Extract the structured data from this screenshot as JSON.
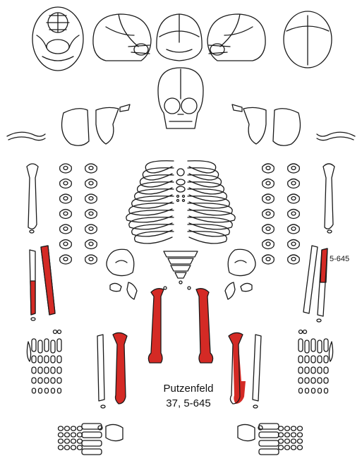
{
  "figure": {
    "site_name": "Putzenfeld",
    "site_ids": "37, 5-645",
    "side_label": "5-645"
  },
  "colors": {
    "preserved_fill": "#d42a25",
    "outline": "#1a1a1a",
    "background": "#ffffff"
  }
}
